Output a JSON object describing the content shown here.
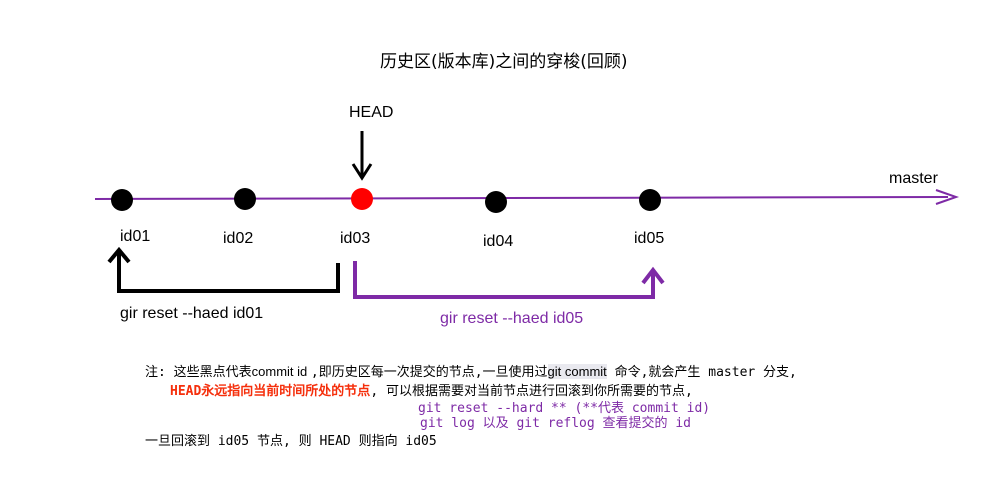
{
  "title": "历史区(版本库)之间的穿梭(回顾)",
  "head_label": "HEAD",
  "branch_label": "master",
  "commits": [
    {
      "id": "id01",
      "current": false
    },
    {
      "id": "id02",
      "current": false
    },
    {
      "id": "id03",
      "current": true
    },
    {
      "id": "id04",
      "current": false
    },
    {
      "id": "id05",
      "current": false
    }
  ],
  "reset_back_label": "gir reset --haed id01",
  "reset_forward_label": "gir reset --haed id05",
  "colors": {
    "timeline": "#7e2aa6",
    "current_commit": "#ff0000",
    "commit": "#000000",
    "highlight": "#f52f0c",
    "forward_arrow": "#7e2aa6"
  },
  "note": {
    "line1_a": "注: 这些黑点代表",
    "line1_b": "commit id ",
    "line1_c": ",即历史区每一次提交的节点,一旦使用过",
    "line1_d": "git commit",
    "line1_e": " 命令,就会产生 master 分支,",
    "line2_a": "HEAD永远指向当前时间所处的节点",
    "line2_b": ", 可以根据需要对当前节点进行回滚到你所需要的节点,",
    "line3": "git reset --hard **  (**代表 commit id)",
    "line4": "git log 以及 git reflog  查看提交的 id",
    "line5": "一旦回滚到 id05 节点, 则 HEAD 则指向 id05"
  }
}
